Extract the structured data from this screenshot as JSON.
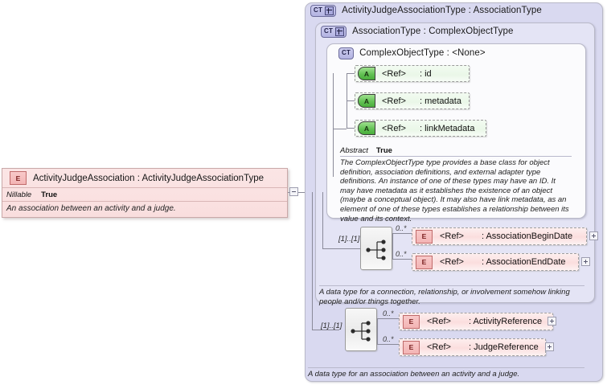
{
  "diagram": {
    "kind": "xsd-schema-diagram",
    "root_element": {
      "badge": "E",
      "title": "ActivityJudgeAssociation : ActivityJudgeAssociationType",
      "properties": [
        {
          "key": "Nillable",
          "value": "True"
        }
      ],
      "documentation": "An association between an activity and a judge.",
      "collapse_toggle": "minus"
    },
    "types": {
      "level1": {
        "badge": "CT",
        "badge_expand": "+",
        "label": "ActivityJudgeAssociationType : AssociationType",
        "documentation": "A data type for an association between an activity and a judge.",
        "compositor": {
          "icon": "sequence-icon",
          "cardinality": "[1]..[1]",
          "elements": [
            {
              "badge": "E",
              "ref": "<Ref>",
              "name": ": ActivityReference",
              "occurrence": "0..*",
              "expander": "+"
            },
            {
              "badge": "E",
              "ref": "<Ref>",
              "name": ": JudgeReference",
              "occurrence": "0..*",
              "expander": "+"
            }
          ]
        }
      },
      "level2": {
        "badge": "CT",
        "badge_expand": "+",
        "label": "AssociationType : ComplexObjectType",
        "documentation": "A data type for a connection, relationship, or involvement somehow linking people and/or things together.",
        "compositor": {
          "icon": "sequence-icon",
          "cardinality": "[1]..[1]",
          "elements": [
            {
              "badge": "E",
              "ref": "<Ref>",
              "name": ": AssociationBeginDate",
              "occurrence": "0..*",
              "expander": "+"
            },
            {
              "badge": "E",
              "ref": "<Ref>",
              "name": ": AssociationEndDate",
              "occurrence": "0..*",
              "expander": "+"
            }
          ]
        }
      },
      "level3": {
        "badge": "CT",
        "label": "ComplexObjectType : <None>",
        "attributes": [
          {
            "badge": "A",
            "ref": "<Ref>",
            "name": ": id"
          },
          {
            "badge": "A",
            "ref": "<Ref>",
            "name": ": metadata"
          },
          {
            "badge": "A",
            "ref": "<Ref>",
            "name": ": linkMetadata"
          }
        ],
        "abstract": {
          "key": "Abstract",
          "value": "True"
        },
        "documentation": "The ComplexObjectType type provides a base class for object definition, association definitions, and external adapter type definitions. An instance of one of these types may have an ID. It may have metadata as it establishes the existence of an object (maybe a conceptual object). It may also have link metadata, as an element of one of these types establishes a relationship between its value and its context."
      }
    },
    "colors": {
      "element_pink": "#fbdede",
      "attribute_green": "#eaf7e8",
      "panel_lavender": "#d9d9f0",
      "panel_lavender_light": "#e4e4f5",
      "panel_white": "#fbfbfd",
      "border_gray": "#b9b9c8"
    }
  }
}
